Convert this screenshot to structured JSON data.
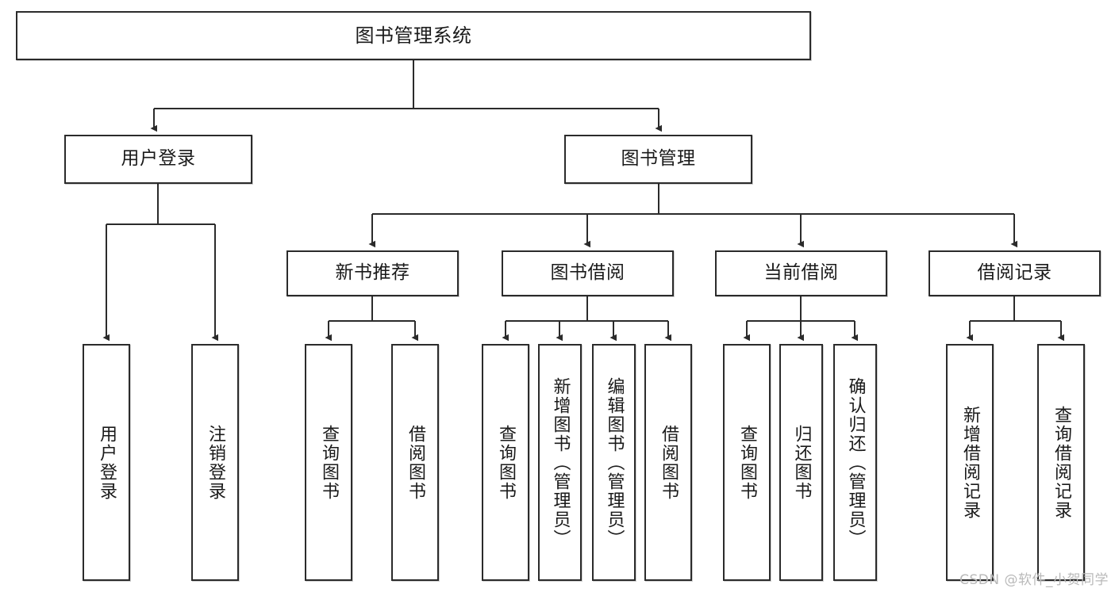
{
  "diagram": {
    "title": "图书管理系统",
    "type": "tree-hierarchy-chart",
    "line_color": "#2b2b2b",
    "box_fill": "#ffffff",
    "text_color": "#1a1a1a",
    "watermark": "CSDN @软件_小贺同学",
    "nodes": {
      "root": {
        "label": "图书管理系统"
      },
      "level2": [
        {
          "label": "用户登录"
        },
        {
          "label": "图书管理"
        }
      ],
      "level3": [
        {
          "label": "新书推荐"
        },
        {
          "label": "图书借阅"
        },
        {
          "label": "当前借阅"
        },
        {
          "label": "借阅记录"
        }
      ],
      "leaves": {
        "user_login": [
          {
            "label": "用户登录"
          },
          {
            "label": "注销登录"
          }
        ],
        "new_book_recommend": [
          {
            "label": "查询图书"
          },
          {
            "label": "借阅图书"
          }
        ],
        "book_borrow": [
          {
            "label": "查询图书"
          },
          {
            "label": "新增图书（管理员）"
          },
          {
            "label": "编辑图书（管理员）"
          },
          {
            "label": "借阅图书"
          }
        ],
        "current_borrow": [
          {
            "label": "查询图书"
          },
          {
            "label": "归还图书"
          },
          {
            "label": "确认归还（管理员）"
          }
        ],
        "borrow_record": [
          {
            "label": "新增借阅记录"
          },
          {
            "label": "查询借阅记录"
          }
        ]
      }
    }
  }
}
